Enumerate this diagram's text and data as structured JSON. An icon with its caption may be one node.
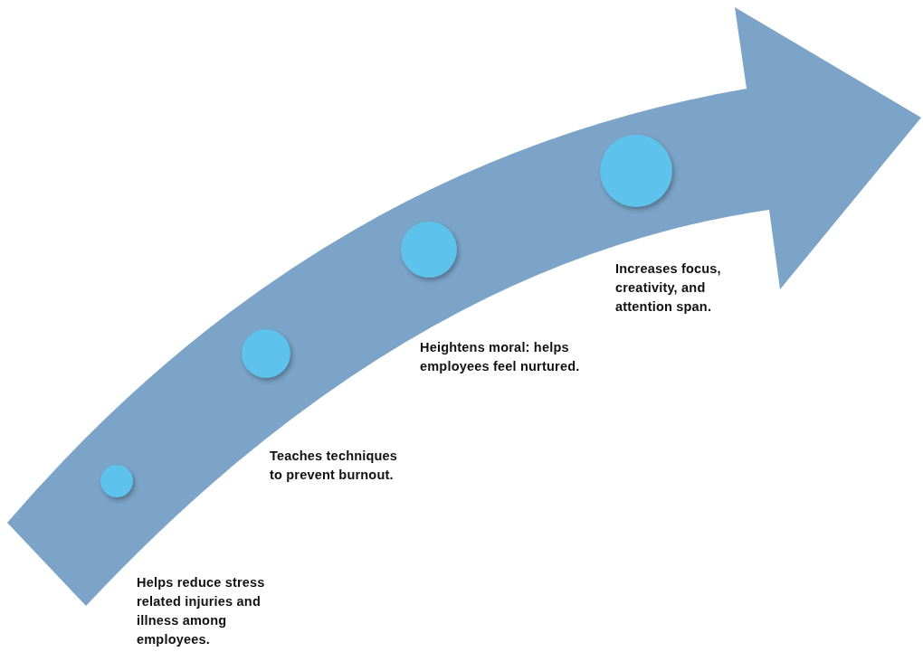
{
  "diagram": {
    "nodes": [
      {
        "text": [],
        "shape": "circle"
      },
      {
        "text": [],
        "shape": "circle"
      },
      {
        "text": [],
        "shape": "circle"
      },
      {
        "text": [],
        "shape": "circle"
      }
    ],
    "labels": [
      "Helps reduce stress related injuries and illness among employees.",
      "Teaches techniques to prevent burnout.",
      "Heightens moral: helps employees feel nurtured.",
      "Increases focus, creativity, and attention span."
    ]
  }
}
